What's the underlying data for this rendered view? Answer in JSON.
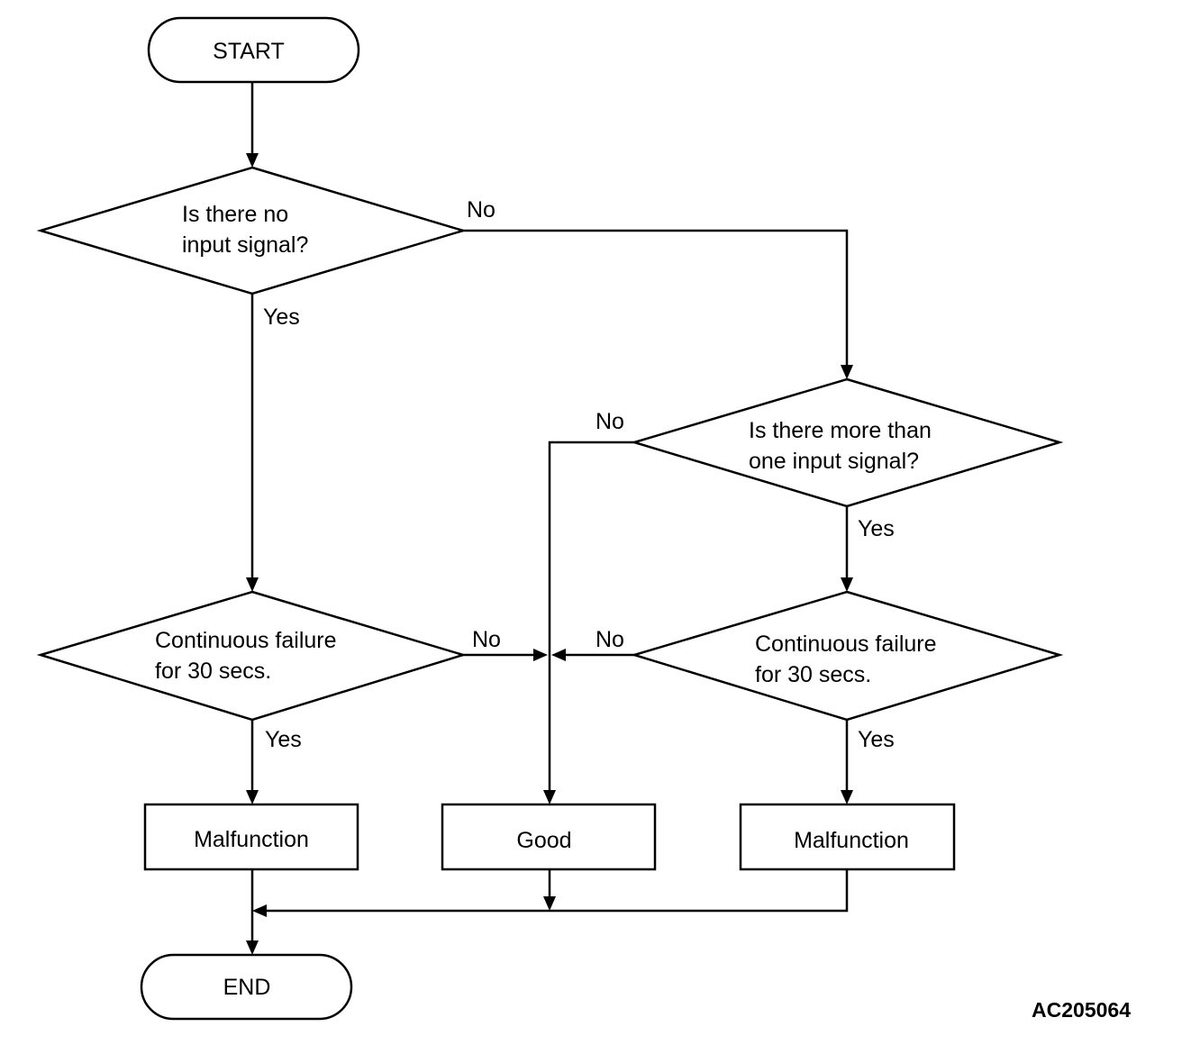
{
  "diagram": {
    "start": "START",
    "end": "END",
    "decision_no_input": [
      "Is there no",
      "input signal?"
    ],
    "decision_more_input": [
      "Is there more than",
      "one input signal?"
    ],
    "decision_continuous_left": [
      "Continuous failure",
      "for 30 secs."
    ],
    "decision_continuous_right": [
      "Continuous failure",
      "for 30 secs."
    ],
    "box_malfunction_left": "Malfunction",
    "box_good": "Good",
    "box_malfunction_right": "Malfunction",
    "label_yes": "Yes",
    "label_no": "No",
    "figure_code": "AC205064"
  }
}
